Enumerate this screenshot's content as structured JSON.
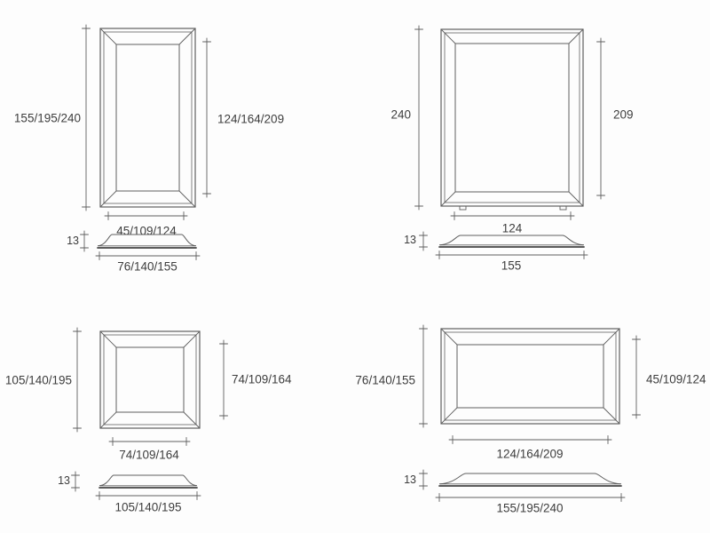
{
  "diagram": {
    "colors": {
      "background": "#fdfdfd",
      "line": "#5f5f5f",
      "line_dark": "#454545",
      "text": "#3d3d3d"
    },
    "frames": [
      {
        "position": "top-left",
        "outer_height_label": "155/195/240",
        "inner_height_label": "124/164/209",
        "inner_width_label": "45/109/124",
        "thickness_label": "13",
        "outer_width_label": "76/140/155"
      },
      {
        "position": "top-right",
        "outer_height_label": "240",
        "inner_height_label": "209",
        "inner_width_label": "124",
        "thickness_label": "13",
        "outer_width_label": "155"
      },
      {
        "position": "bottom-left",
        "outer_height_label": "105/140/195",
        "inner_height_label": "74/109/164",
        "inner_width_label": "74/109/164",
        "thickness_label": "13",
        "outer_width_label": "105/140/195"
      },
      {
        "position": "bottom-right",
        "outer_height_label": "76/140/155",
        "inner_height_label": "45/109/124",
        "inner_width_label": "124/164/209",
        "thickness_label": "13",
        "outer_width_label": "155/195/240"
      }
    ]
  }
}
